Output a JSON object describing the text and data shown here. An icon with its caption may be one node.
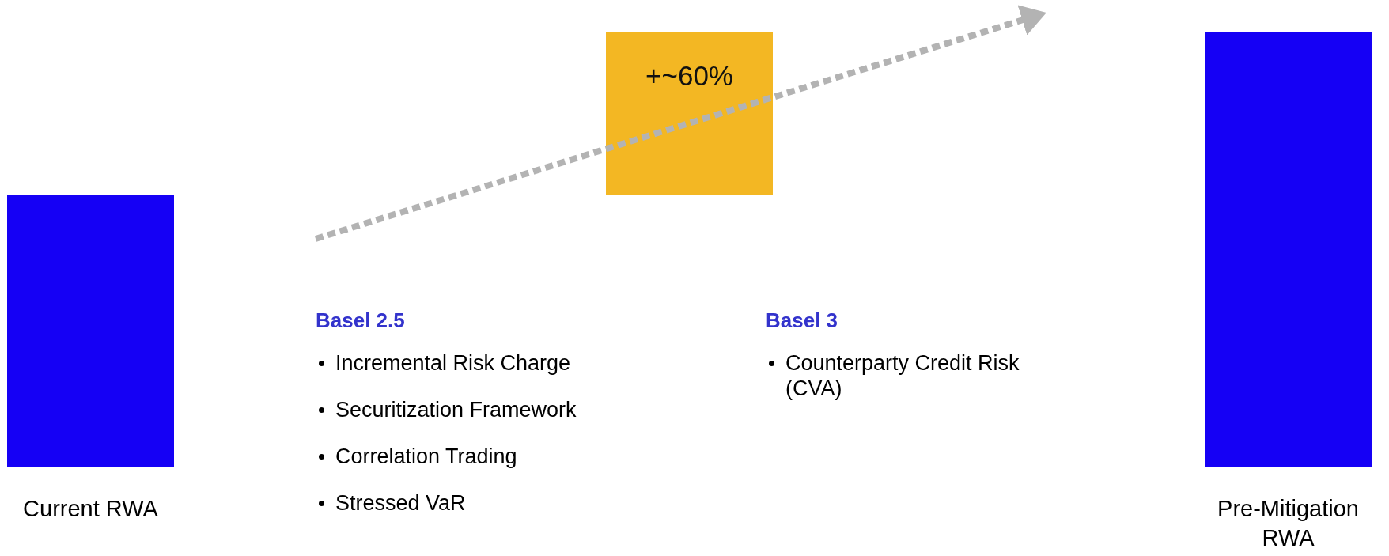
{
  "diagram": {
    "nodes": [
      {
        "text": [
          "Current RWA"
        ]
      },
      {
        "text": [
          "+~60%"
        ]
      },
      {
        "text": [
          "Pre-Mitigation RWA"
        ]
      }
    ],
    "edges": [],
    "labels": [
      "Basel 2.5",
      "Incremental Risk Charge",
      "Securitization Framework",
      "Correlation Trading",
      "Stressed VaR",
      "Basel 3",
      "Counterparty Credit Risk (CVA)"
    ]
  }
}
